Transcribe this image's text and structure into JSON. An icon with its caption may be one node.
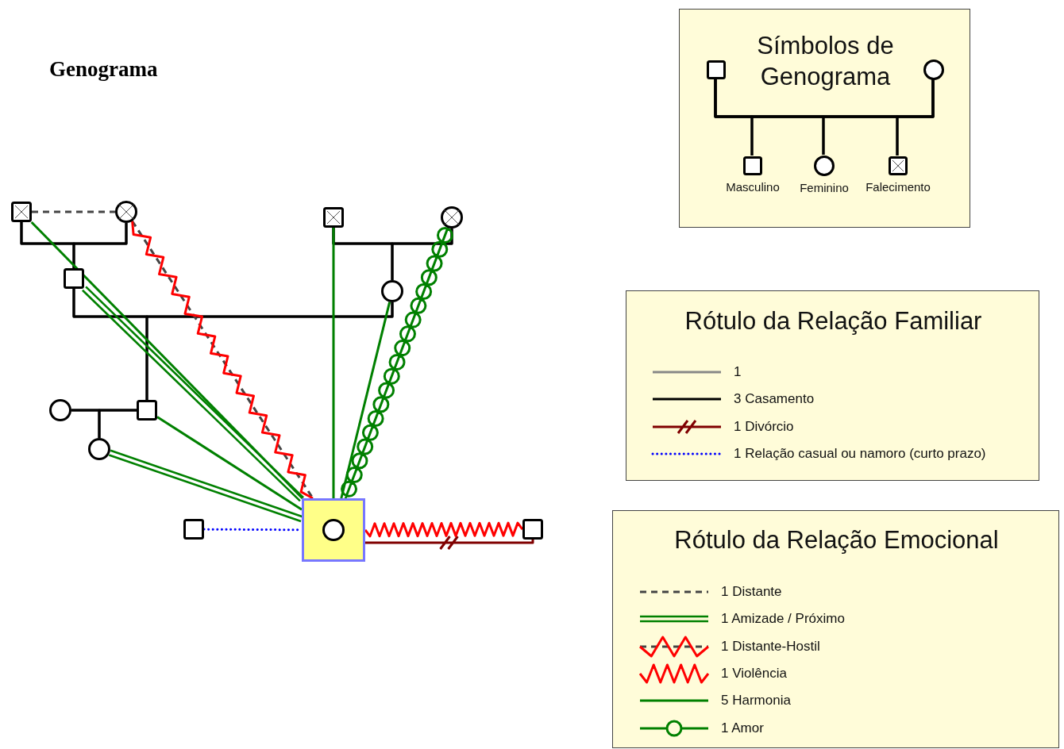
{
  "diagram": {
    "title": "Genograma",
    "nodes": [
      {
        "text": [],
        "shape": "box"
      },
      {
        "text": [],
        "shape": "circle"
      },
      {
        "text": [],
        "shape": "box"
      },
      {
        "text": [],
        "shape": "box"
      },
      {
        "text": [],
        "shape": "circle"
      },
      {
        "text": [],
        "shape": "circle"
      },
      {
        "text": [],
        "shape": "circle"
      },
      {
        "text": [],
        "shape": "box"
      },
      {
        "text": [],
        "shape": "circle"
      },
      {
        "text": [],
        "shape": "box"
      },
      {
        "text": [],
        "shape": "circle",
        "in": 9
      },
      {
        "text": [],
        "shape": "box"
      },
      {
        "text": [],
        "shape": "box"
      },
      {
        "text": [
          "Símbolos de Genograma"
        ]
      },
      {
        "text": [],
        "shape": "box",
        "in": 13
      },
      {
        "text": [],
        "shape": "circle",
        "in": 13
      },
      {
        "text": [],
        "shape": "box",
        "in": 13,
        "beside": [
          "Masculino"
        ]
      },
      {
        "text": [],
        "shape": "circle",
        "in": 13,
        "beside": [
          "Feminino"
        ]
      },
      {
        "text": [],
        "shape": "box",
        "in": 13,
        "beside": [
          "Falecimento"
        ]
      },
      {
        "text": [
          "Rótulo da Relação Familiar"
        ]
      },
      {
        "text": [
          "Rótulo da Relação Emocional"
        ]
      }
    ],
    "edges": [
      {
        "from": 0,
        "to": 1,
        "arrow": "none"
      },
      {
        "from": 0,
        "to": 2,
        "arrow": "none"
      },
      {
        "from": 1,
        "to": 2,
        "arrow": "none"
      },
      {
        "from": 0,
        "to": 1,
        "arrow": "none",
        "style": "dashed",
        "color": "#444444"
      },
      {
        "from": 3,
        "to": 4,
        "arrow": "none"
      },
      {
        "from": 3,
        "to": 5,
        "arrow": "none"
      },
      {
        "from": 4,
        "to": 5,
        "arrow": "none"
      },
      {
        "from": 2,
        "to": 5,
        "arrow": "none"
      },
      {
        "from": 2,
        "to": 7,
        "arrow": "none"
      },
      {
        "from": 5,
        "to": 7,
        "arrow": "none"
      },
      {
        "from": 6,
        "to": 7,
        "arrow": "none"
      },
      {
        "from": 6,
        "to": 8,
        "arrow": "none"
      },
      {
        "from": 7,
        "to": 8,
        "arrow": "none"
      },
      {
        "from": 11,
        "to": 9,
        "arrow": "none",
        "style": "dashed",
        "color": "#0000ff"
      },
      {
        "from": 9,
        "to": 12,
        "arrow": "none",
        "color": "#800000"
      },
      {
        "from": 9,
        "to": 12,
        "arrow": "none",
        "color": "#ff0000"
      },
      {
        "from": 0,
        "to": 9,
        "arrow": "none",
        "color": "#008000"
      },
      {
        "from": 2,
        "to": 9,
        "arrow": "none",
        "color": "#008000"
      },
      {
        "from": 1,
        "to": 9,
        "arrow": "none",
        "color": "#ff0000"
      },
      {
        "from": 7,
        "to": 9,
        "arrow": "none",
        "color": "#008000"
      },
      {
        "from": 8,
        "to": 9,
        "arrow": "none",
        "color": "#008000"
      },
      {
        "from": 3,
        "to": 9,
        "arrow": "none",
        "color": "#008000"
      },
      {
        "from": 5,
        "to": 9,
        "arrow": "none",
        "color": "#008000"
      },
      {
        "from": 4,
        "to": 9,
        "arrow": "none",
        "color": "#008000"
      },
      {
        "from": 14,
        "to": 15,
        "arrow": "none"
      },
      {
        "from": 14,
        "to": 16,
        "arrow": "none"
      },
      {
        "from": 14,
        "to": 17,
        "arrow": "none"
      },
      {
        "from": 14,
        "to": 18,
        "arrow": "none"
      },
      {
        "from": 15,
        "to": 16,
        "arrow": "none"
      },
      {
        "from": 15,
        "to": 17,
        "arrow": "none"
      },
      {
        "from": 15,
        "to": 18,
        "arrow": "none"
      }
    ],
    "legend": [
      {
        "text": "1"
      },
      {
        "text": "3 Casamento"
      },
      {
        "text": "1 Divórcio"
      },
      {
        "text": "1 Relação casual ou namoro (curto prazo)"
      },
      {
        "text": "1 Distante"
      },
      {
        "text": "1 Amizade / Próximo"
      },
      {
        "text": "1 Distante-Hostil"
      },
      {
        "text": "1 Violência"
      },
      {
        "text": "5 Harmonia"
      },
      {
        "text": "1 Amor"
      }
    ]
  }
}
